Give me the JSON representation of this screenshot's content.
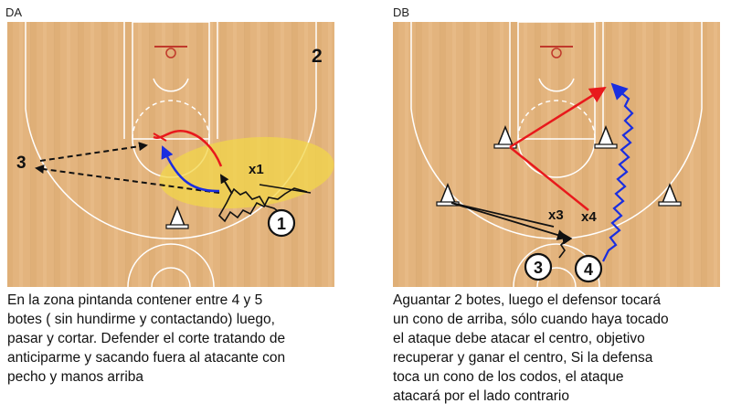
{
  "diagrams": [
    {
      "tag": "DA",
      "number": "2",
      "players": {
        "attacker": "1",
        "defender": "x1",
        "wing": "3"
      },
      "caption": "En la zona pintanda contener entre 4 y 5\nbotes ( sin hundirme y contactando) luego,\npasar y cortar. Defender el corte tratando de\nanticiparme y sacando fuera al atacante con\npecho y manos arriba"
    },
    {
      "tag": "DB",
      "players": {
        "attacker_a": "3",
        "attacker_b": "4",
        "defender_a": "x3",
        "defender_b": "x4"
      },
      "caption": "Aguantar 2 botes, luego el defensor tocará\nun cono de arriba, sólo cuando haya tocado\nel ataque debe atacar el centro, objetivo\nrecuperar y ganar el centro, Si la defensa\ntoca un cono de los codos, el ataque\natacará por el lado contrario"
    }
  ],
  "colors": {
    "wood": "#e3b47e",
    "lines": "#ffffff",
    "rim": "#c0392b",
    "red_arrow": "#e8191c",
    "blue_arrow": "#1a2ee0",
    "highlight": "#f2d64a"
  }
}
